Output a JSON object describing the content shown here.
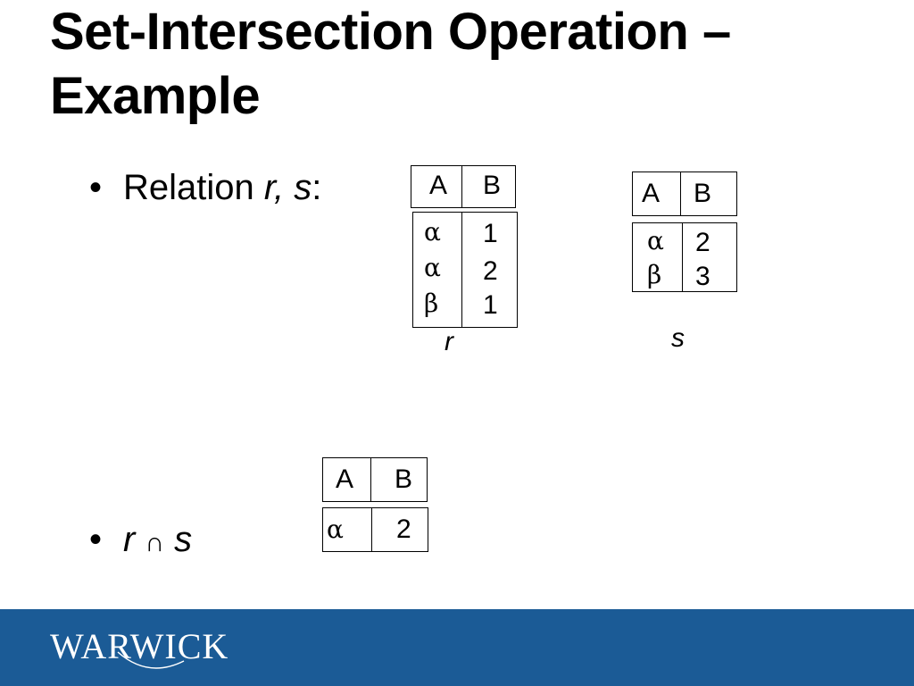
{
  "slide": {
    "title_line1": "Set-Intersection Operation –",
    "title_line2": "Example",
    "bullet1": {
      "mark": "•",
      "text": "Relation ",
      "vars": "r, s",
      "colon": ":"
    },
    "bullet2": {
      "mark": "•",
      "left": "r",
      "op": "∩",
      "right": "s"
    }
  },
  "relation_r": {
    "caption": "r",
    "headers": [
      "A",
      "B"
    ],
    "rows": [
      [
        "α",
        "1"
      ],
      [
        "α",
        "2"
      ],
      [
        "β",
        "1"
      ]
    ]
  },
  "relation_s": {
    "caption": "s",
    "headers": [
      "A",
      "B"
    ],
    "rows": [
      [
        "α",
        "2"
      ],
      [
        "β",
        "3"
      ]
    ]
  },
  "result": {
    "headers": [
      "A",
      "B"
    ],
    "rows": [
      [
        "α",
        "2"
      ]
    ]
  },
  "footer": {
    "logo_text": "WARWICK",
    "color": "#1b5b96"
  }
}
